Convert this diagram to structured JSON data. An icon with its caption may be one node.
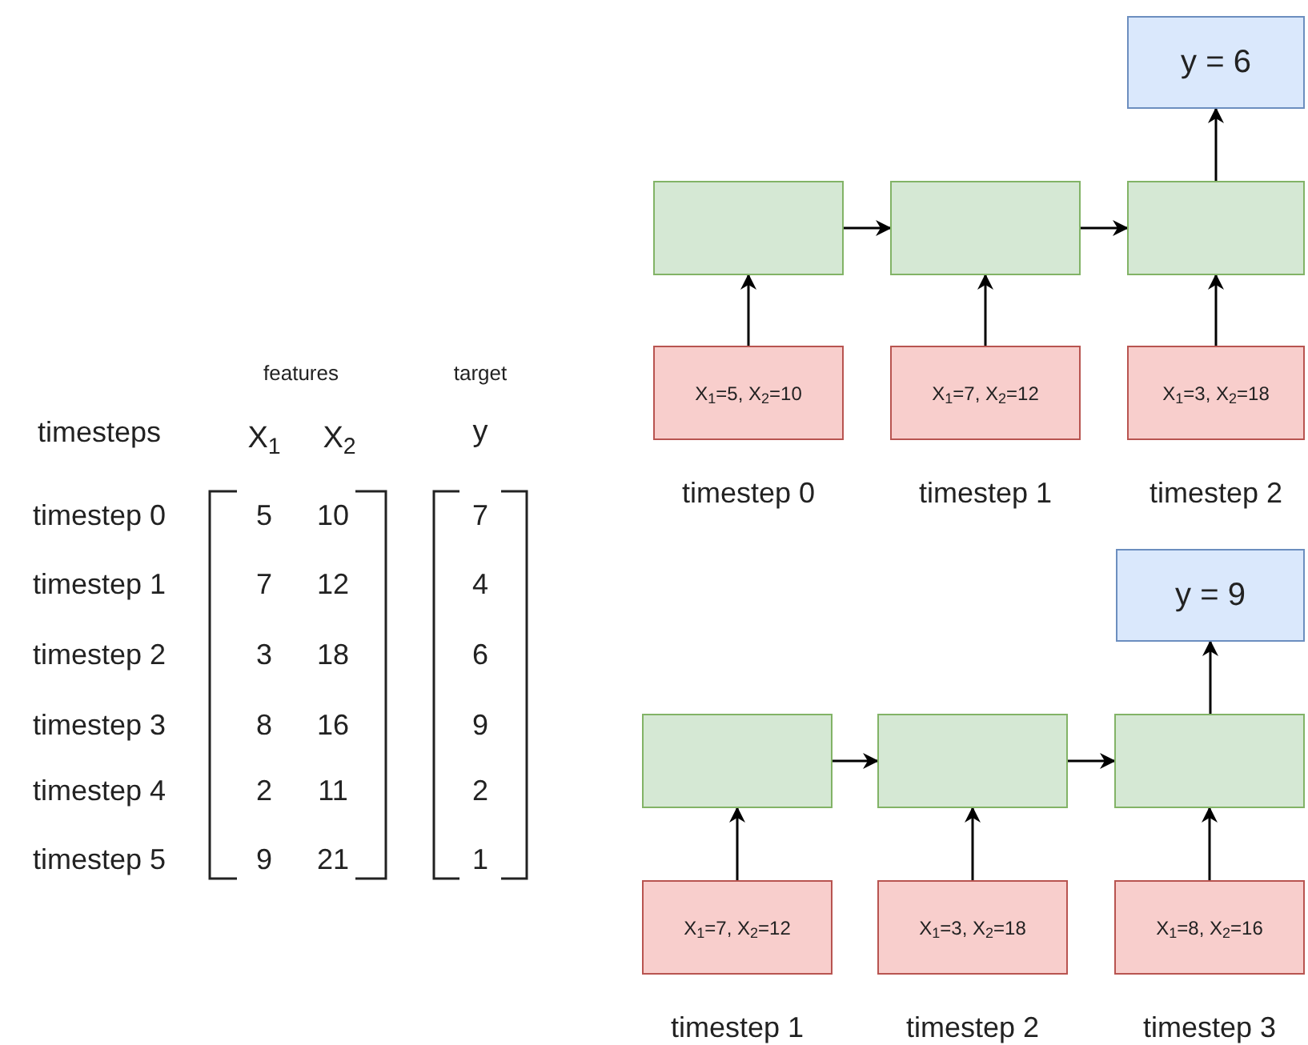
{
  "diagram": {
    "nodes": [
      {
        "text": [
          "y = 6"
        ]
      },
      {
        "text": [],
        "shape": "box"
      },
      {
        "text": [],
        "shape": "box"
      },
      {
        "text": [],
        "shape": "box"
      },
      {
        "text": [
          "X$_{1}$=5, X$_{2}$=10"
        ],
        "beside": [
          "timestep 0"
        ]
      },
      {
        "text": [
          "X$_{1}$=7, X$_{2}$=12"
        ],
        "beside": [
          "timestep 1"
        ]
      },
      {
        "text": [
          "X$_{1}$=3, X$_{2}$=18"
        ],
        "beside": [
          "timestep 2"
        ]
      },
      {
        "text": [
          "y = 9"
        ]
      },
      {
        "text": [],
        "shape": "box"
      },
      {
        "text": [],
        "shape": "box"
      },
      {
        "text": [],
        "shape": "box"
      },
      {
        "text": [
          "X$_{1}$=7, X$_{2}$=12"
        ],
        "beside": [
          "timestep 1"
        ]
      },
      {
        "text": [
          "X$_{1}$=3, X$_{2}$=18"
        ],
        "beside": [
          "timestep 2"
        ]
      },
      {
        "text": [
          "X$_{1}$=8, X$_{2}$=16"
        ],
        "beside": [
          "timestep 3"
        ]
      }
    ],
    "edges": [
      {
        "from": 1,
        "to": 2,
        "arrow": "to"
      },
      {
        "from": 2,
        "to": 3,
        "arrow": "to"
      },
      {
        "from": 4,
        "to": 1,
        "arrow": "to"
      },
      {
        "from": 5,
        "to": 2,
        "arrow": "to"
      },
      {
        "from": 6,
        "to": 3,
        "arrow": "to"
      },
      {
        "from": 3,
        "to": 0,
        "arrow": "to"
      },
      {
        "from": 8,
        "to": 9,
        "arrow": "to"
      },
      {
        "from": 9,
        "to": 10,
        "arrow": "to"
      },
      {
        "from": 11,
        "to": 8,
        "arrow": "to"
      },
      {
        "from": 12,
        "to": 9,
        "arrow": "to"
      },
      {
        "from": 13,
        "to": 10,
        "arrow": "to"
      },
      {
        "from": 10,
        "to": 7,
        "arrow": "to"
      }
    ],
    "labels": [
      "features",
      "target",
      "timesteps",
      "X$_{1}$",
      "X$_{2}$",
      "y",
      "timestep 0",
      "5",
      "10",
      "7",
      "timestep 1",
      "7",
      "12",
      "4",
      "timestep 2",
      "3",
      "18",
      "6",
      "timestep 3",
      "8",
      "16",
      "9",
      "timestep 4",
      "2",
      "11",
      "2",
      "timestep 5",
      "9",
      "21",
      "1"
    ]
  }
}
